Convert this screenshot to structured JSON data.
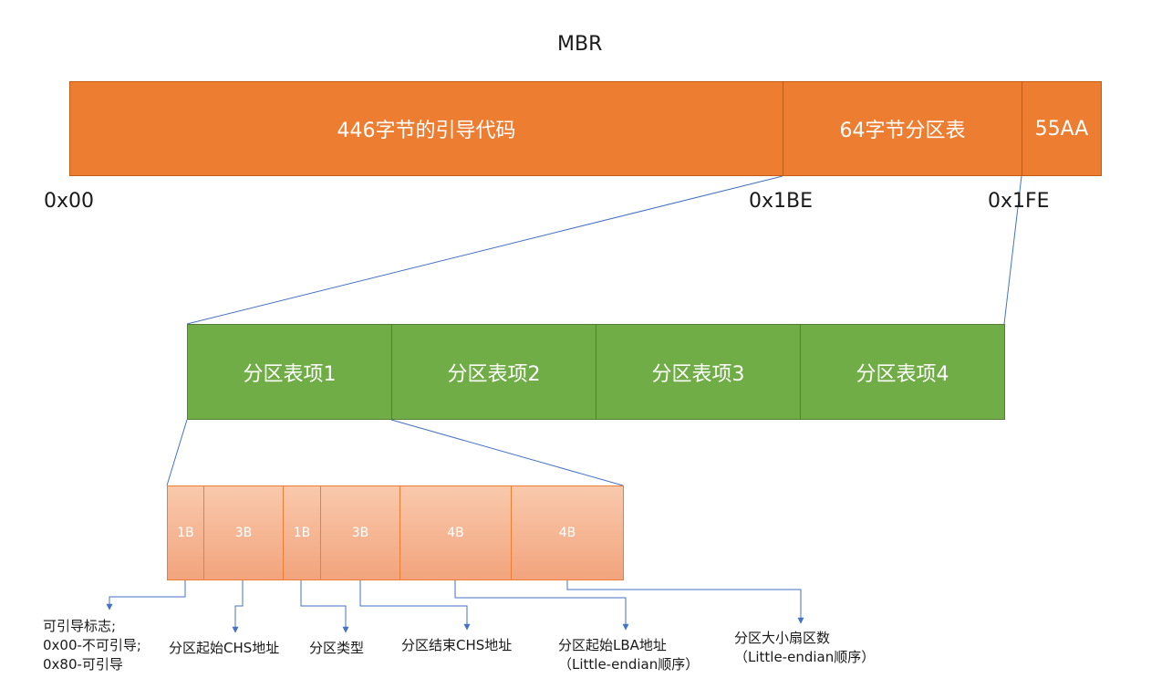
{
  "title": "MBR",
  "mbr": {
    "boot_code": "446字节的引导代码",
    "partition_table": "64字节分区表",
    "signature": "55AA"
  },
  "offsets": {
    "start": "0x00",
    "table": "0x1BE",
    "signature": "0x1FE"
  },
  "entries": [
    "分区表项1",
    "分区表项2",
    "分区表项3",
    "分区表项4"
  ],
  "fields": [
    "1B",
    "3B",
    "1B",
    "3B",
    "4B",
    "4B"
  ],
  "descriptions": [
    "可引导标志;\n0x00-不可引导;\n0x80-可引导",
    "分区起始CHS地址",
    "分区类型",
    "分区结束CHS地址",
    "分区起始LBA地址\n（Little-endian顺序）",
    "分区大小扇区数\n（Little-endian顺序）"
  ],
  "colors": {
    "mbr_fill": "#ED7D31",
    "entry_fill": "#70AD47",
    "field_fill": "#F4B183",
    "connector": "#4472C4"
  }
}
